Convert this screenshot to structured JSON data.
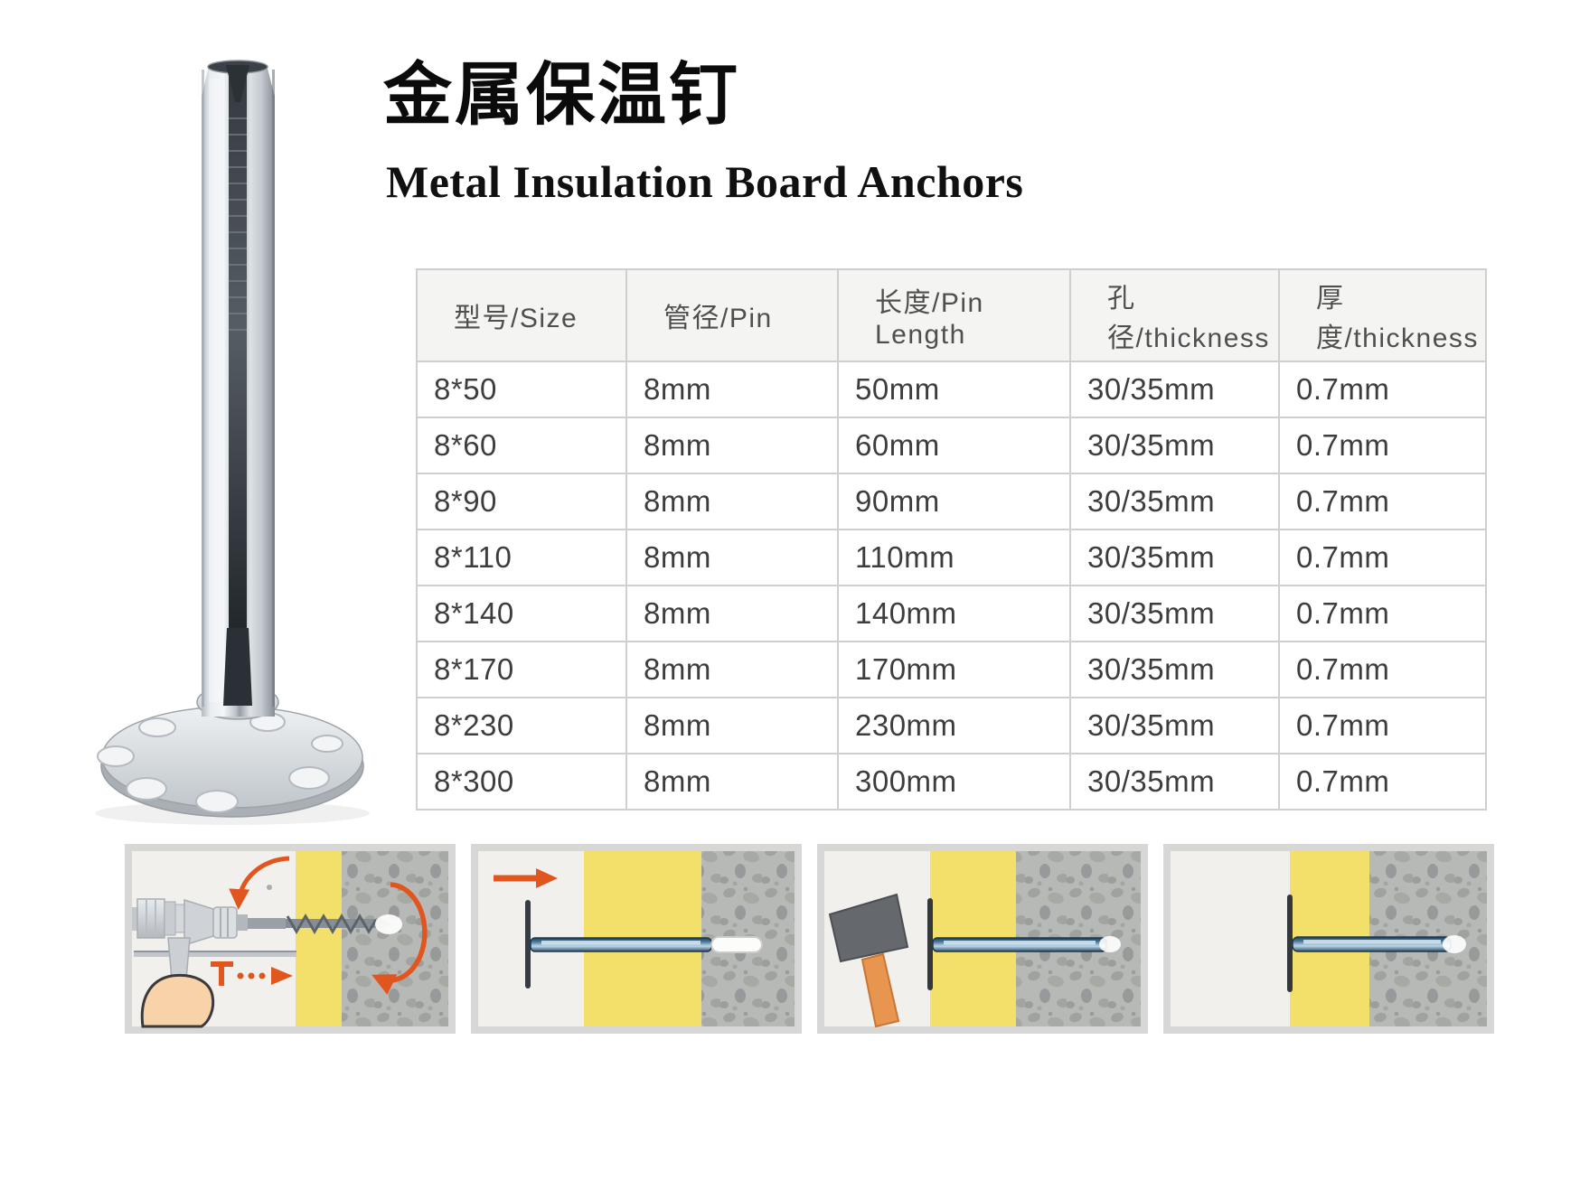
{
  "header": {
    "title_cn": "金属保温钉",
    "title_en": "Metal Insulation Board Anchors"
  },
  "spec_table": {
    "columns": [
      "型号/Size",
      "管径/Pin",
      "长度/Pin Length",
      "孔径/thickness",
      "厚度/thickness"
    ],
    "rows": [
      [
        "8*50",
        "8mm",
        "50mm",
        "30/35mm",
        "0.7mm"
      ],
      [
        "8*60",
        "8mm",
        "60mm",
        "30/35mm",
        "0.7mm"
      ],
      [
        "8*90",
        "8mm",
        "90mm",
        "30/35mm",
        "0.7mm"
      ],
      [
        "8*110",
        "8mm",
        "110mm",
        "30/35mm",
        "0.7mm"
      ],
      [
        "8*140",
        "8mm",
        "140mm",
        "30/35mm",
        "0.7mm"
      ],
      [
        "8*170",
        "8mm",
        "170mm",
        "30/35mm",
        "0.7mm"
      ],
      [
        "8*230",
        "8mm",
        "230mm",
        "30/35mm",
        "0.7mm"
      ],
      [
        "8*300",
        "8mm",
        "300mm",
        "30/35mm",
        "0.7mm"
      ]
    ]
  },
  "product_photo": {
    "icon": "metal-anchor-perforated-disc-photo"
  },
  "installation_steps": [
    {
      "icon": "drill-hole-step"
    },
    {
      "icon": "insert-anchor-step"
    },
    {
      "icon": "hammer-pin-step"
    },
    {
      "icon": "installed-anchor-step"
    }
  ],
  "colors": {
    "accent_orange": "#e0561e",
    "insulation_yellow": "#f3e06b",
    "pin_blue": "#4f7c9e",
    "concrete_gray": "#b7b9b6",
    "table_border": "#cfcfcf",
    "table_header_bg": "#f4f4f3",
    "table_text": "#3d3d3d",
    "title_black": "#0b0b0b"
  }
}
